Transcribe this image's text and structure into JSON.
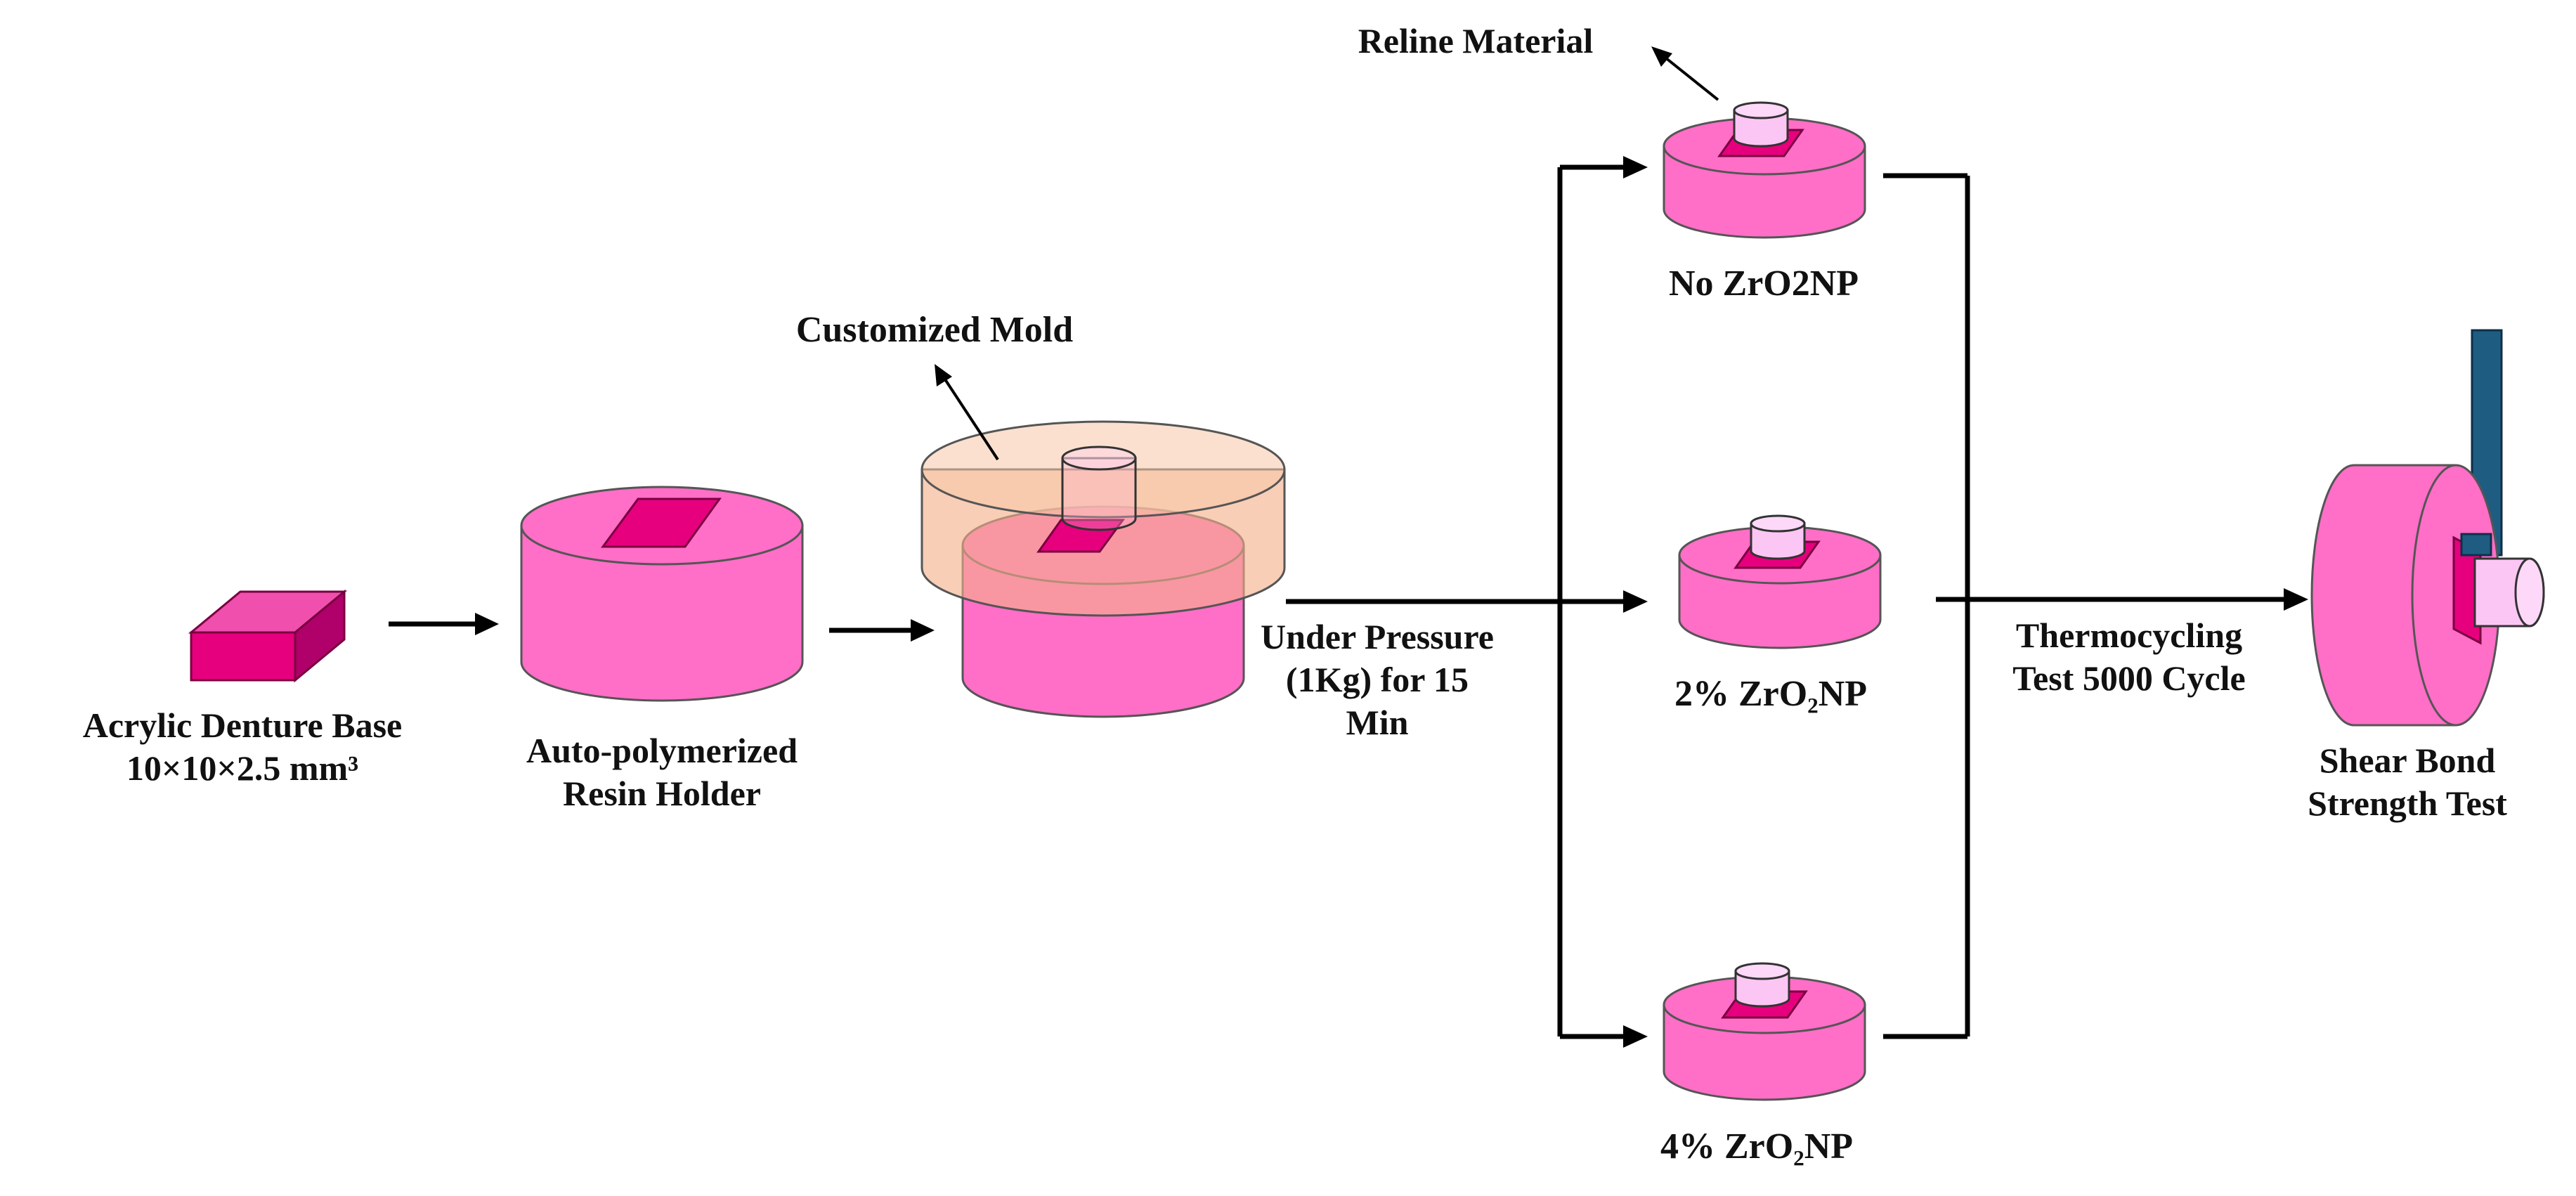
{
  "labels": {
    "denture_base_line1": "Acrylic Denture Base",
    "denture_base_line2": "10×10×2.5 mm³",
    "resin_holder_line1": "Auto-polymerized",
    "resin_holder_line2": "Resin Holder",
    "customized_mold": "Customized Mold",
    "pressure_line1": "Under Pressure",
    "pressure_line2": "(1Kg) for 15",
    "pressure_line3": "Min",
    "reline_material": "Reline Material",
    "group_none": "No ZrO2NP",
    "group_2pct": "2% ZrO₂NP",
    "group_4pct": "4% ZrO₂NP",
    "thermo_line1": "Thermocycling",
    "thermo_line2": "Test 5000 Cycle",
    "shear_line1": "Shear Bond",
    "shear_line2": "Strength Test"
  },
  "colors": {
    "pink": "#ff6ec7",
    "pink_dark": "#e0459f",
    "magenta": "#e6007e",
    "magenta_dark": "#a8005c",
    "mold_peach": "#f4b08a",
    "reline_light": "#fcc6f4",
    "rod_blue": "#1f5c82",
    "arrow": "#000000"
  }
}
